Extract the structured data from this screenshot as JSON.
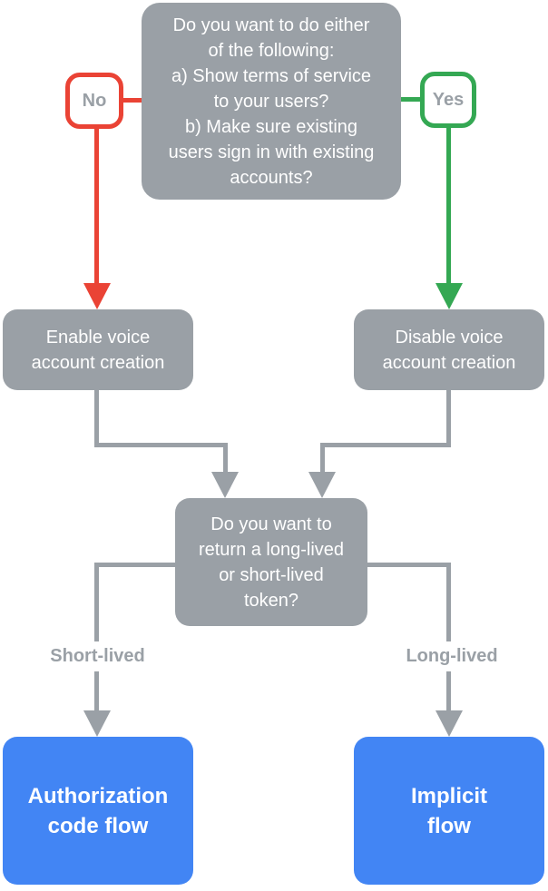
{
  "diagram": {
    "type": "flowchart",
    "colors": {
      "gray": "#9AA0A6",
      "red": "#EA4335",
      "green": "#34A853",
      "blue": "#4285F4",
      "label_text": "#9AA0A6"
    },
    "nodes": {
      "question1": {
        "text": "Do you want to do either\nof the following:\na) Show terms of service\nto your users?\nb) Make sure existing\nusers sign in with existing\naccounts?"
      },
      "no_badge": {
        "label": "No"
      },
      "yes_badge": {
        "label": "Yes"
      },
      "enable": {
        "text": "Enable voice\naccount creation"
      },
      "disable": {
        "text": "Disable voice\naccount creation"
      },
      "question2": {
        "text": "Do you want to\nreturn a long-lived\nor short-lived\ntoken?"
      },
      "short_lived_label": {
        "label": "Short-lived"
      },
      "long_lived_label": {
        "label": "Long-lived"
      },
      "authorization_code": {
        "text": "Authorization\ncode flow"
      },
      "implicit": {
        "text": "Implicit\nflow"
      }
    },
    "edges": [
      {
        "from": "question1",
        "to": "enable",
        "label": "No",
        "color": "#EA4335"
      },
      {
        "from": "question1",
        "to": "disable",
        "label": "Yes",
        "color": "#34A853"
      },
      {
        "from": "enable",
        "to": "question2",
        "color": "#9AA0A6"
      },
      {
        "from": "disable",
        "to": "question2",
        "color": "#9AA0A6"
      },
      {
        "from": "question2",
        "to": "authorization_code",
        "label": "Short-lived",
        "color": "#9AA0A6"
      },
      {
        "from": "question2",
        "to": "implicit",
        "label": "Long-lived",
        "color": "#9AA0A6"
      }
    ]
  }
}
